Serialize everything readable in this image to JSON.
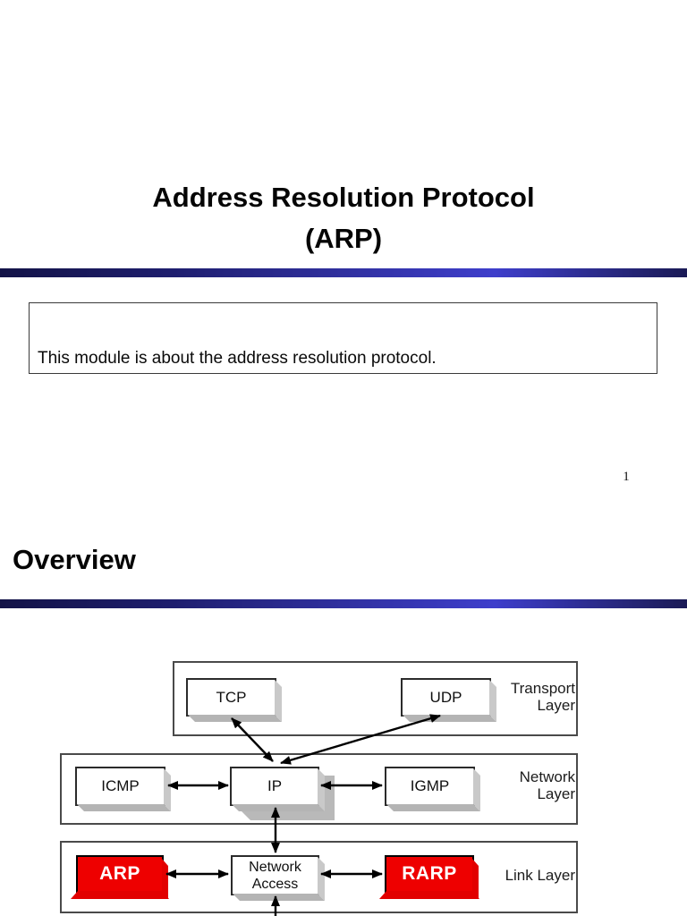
{
  "slide1": {
    "title_line1": "Address Resolution Protocol",
    "title_line2": "(ARP)",
    "note_text": "This module is about the address resolution protocol.",
    "page_number": "1"
  },
  "slide2": {
    "heading": "Overview",
    "diagram": {
      "layers": [
        {
          "name": "transport",
          "line1": "Transport",
          "line2": "Layer"
        },
        {
          "name": "network",
          "line1": "Network",
          "line2": "Layer"
        },
        {
          "name": "link",
          "line1": "Link Layer",
          "line2": ""
        }
      ],
      "nodes": {
        "tcp": "TCP",
        "udp": "UDP",
        "icmp": "ICMP",
        "ip": "IP",
        "igmp": "IGMP",
        "arp": "ARP",
        "network_access_line1": "Network",
        "network_access_line2": "Access",
        "rarp": "RARP"
      },
      "connections": [
        "TCP-IP",
        "UDP-IP",
        "ICMP-IP",
        "IP-IGMP",
        "IP-NetworkAccess",
        "ARP-NetworkAccess",
        "NetworkAccess-RARP",
        "NetworkAccess-down"
      ]
    }
  },
  "colors": {
    "accent_bar_blue": "#3e3ecb",
    "accent_bar_navy": "#131347",
    "highlight_red": "#ee0000",
    "shadow_gray": "#b9b9b9"
  }
}
